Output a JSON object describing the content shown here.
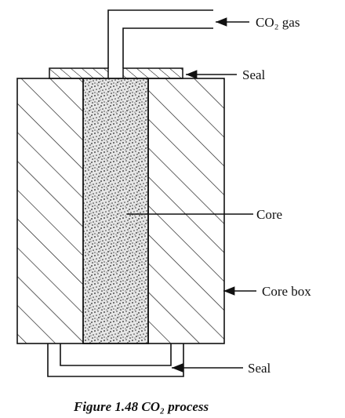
{
  "labels": {
    "gas": "CO₂ gas",
    "seal_top": "Seal",
    "core": "Core",
    "core_box": "Core box",
    "seal_bottom": "Seal"
  },
  "caption": "Figure 1.48 CO₂ process",
  "colors": {
    "ink": "#111111",
    "background": "#ffffff"
  }
}
